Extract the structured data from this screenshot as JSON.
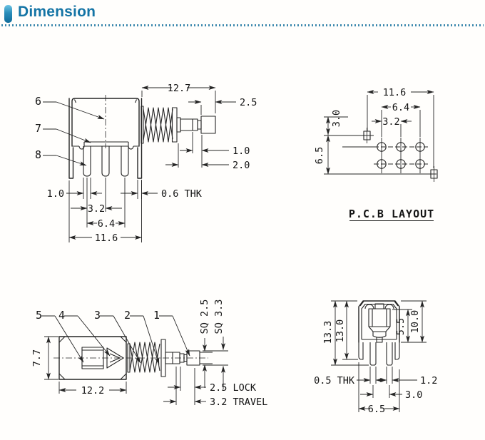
{
  "header": {
    "title": "Dimension"
  },
  "drawings": {
    "side_view": {
      "part_labels": {
        "p6": "6",
        "p7": "7",
        "p8": "8"
      },
      "dims": {
        "shaft_length": "12.7",
        "button": "2.5",
        "neck": "1.0",
        "shaft_exposed": "2.0",
        "pin_width": "1.0",
        "bracket_thickness": "0.6 THK",
        "pin_pitch": "3.2",
        "pin_span": "6.4",
        "body_width": "11.6"
      }
    },
    "pcb_layout": {
      "title": "P.C.B LAYOUT",
      "dims": {
        "width": "11.6",
        "hole_span": "6.4",
        "hole_pitch": "3.2",
        "mount_offset": "3.0",
        "mount_span": "6.5"
      }
    },
    "top_view": {
      "part_labels": {
        "p5": "5",
        "p4": "4",
        "p3": "3",
        "p2": "2",
        "p1": "1"
      },
      "dims": {
        "body_height": "7.7",
        "body_width": "12.2",
        "shaft_square": "SQ 2.5",
        "button_square": "SQ 3.3",
        "lock": "2.5 LOCK",
        "travel": "3.2 TRAVEL"
      }
    },
    "front_view": {
      "dims": {
        "total_height": "13.3",
        "body_height": "13.0",
        "pin_depth": "5.5",
        "upper_height": "10.0",
        "pin_thickness": "0.5 THK",
        "pin_width": "1.2",
        "pin_pitch": "3.0",
        "pin_span": "6.5"
      }
    }
  }
}
